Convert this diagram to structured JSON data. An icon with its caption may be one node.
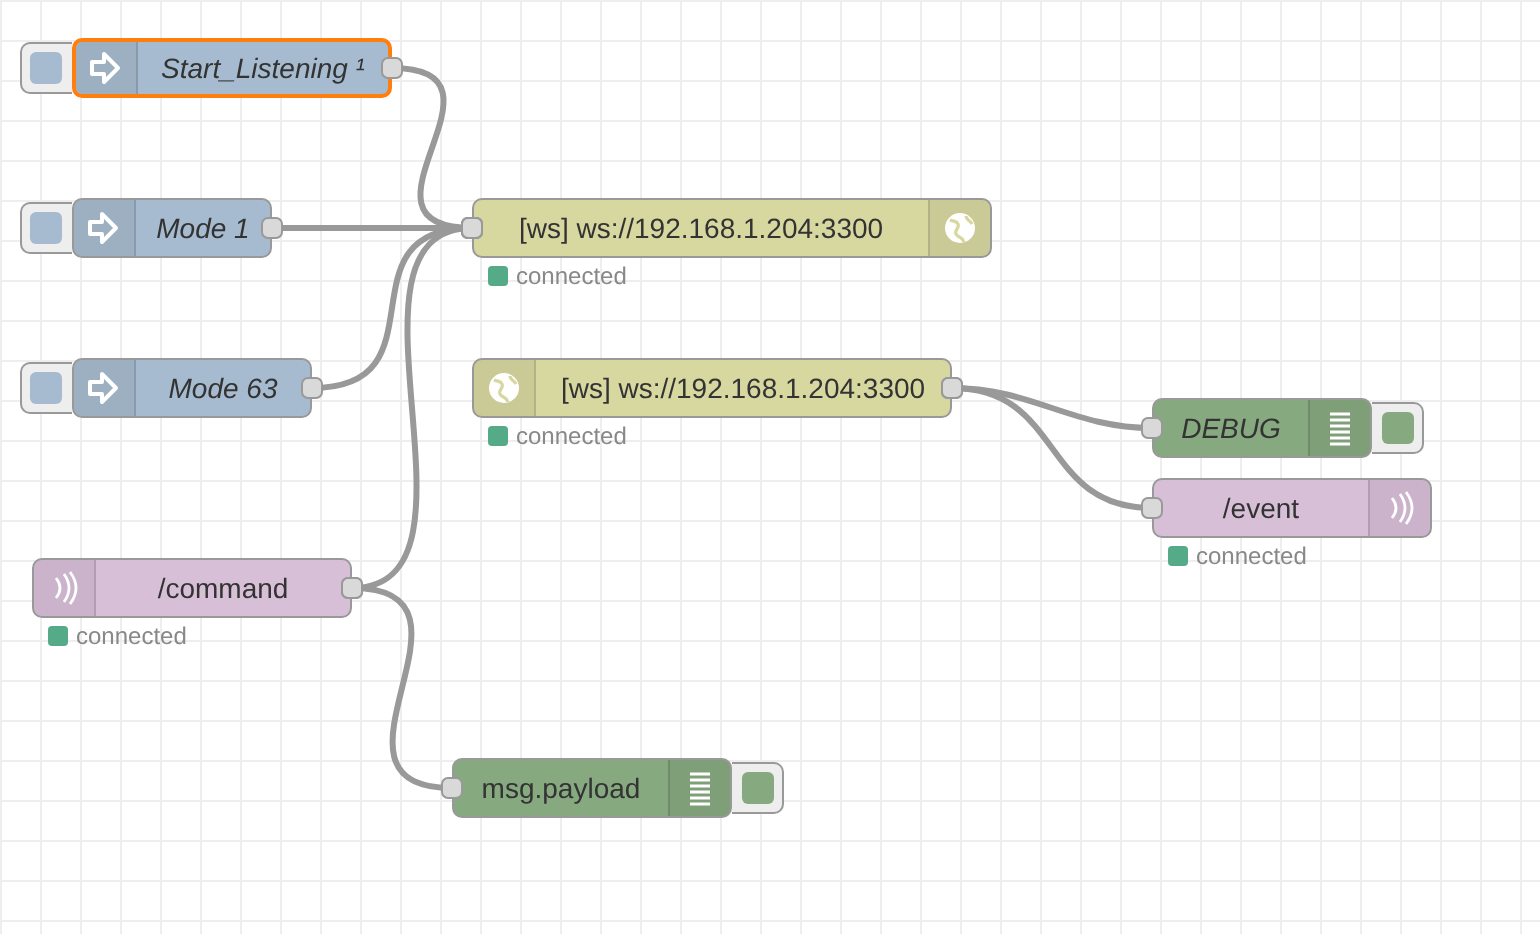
{
  "diagram": {
    "nodes": [
      {
        "text": [
          "Start_Listening ¹"
        ]
      },
      {
        "text": [
          "Mode 1"
        ]
      },
      {
        "text": [
          "Mode 63"
        ]
      },
      {
        "text": [
          "[ws] ws://192.168.1.204:3300"
        ],
        "beside": [
          "connected"
        ]
      },
      {
        "text": [
          "[ws] ws://192.168.1.204:3300"
        ],
        "beside": [
          "connected"
        ]
      },
      {
        "text": [
          "DEBUG"
        ]
      },
      {
        "text": [
          "/event"
        ],
        "beside": [
          "connected"
        ]
      },
      {
        "text": [
          "/command"
        ],
        "beside": [
          "connected"
        ]
      },
      {
        "text": [
          "msg.payload"
        ]
      }
    ],
    "edges": [
      {
        "from": 0,
        "to": 3,
        "arrow": "other"
      },
      {
        "from": 1,
        "to": 3,
        "arrow": "other"
      },
      {
        "from": 2,
        "to": 3,
        "arrow": "other"
      },
      {
        "from": 7,
        "to": 3,
        "arrow": "other"
      },
      {
        "from": 4,
        "to": 5,
        "arrow": "other"
      },
      {
        "from": 4,
        "to": 6,
        "arrow": "other"
      },
      {
        "from": 7,
        "to": 8,
        "arrow": "other"
      }
    ]
  }
}
